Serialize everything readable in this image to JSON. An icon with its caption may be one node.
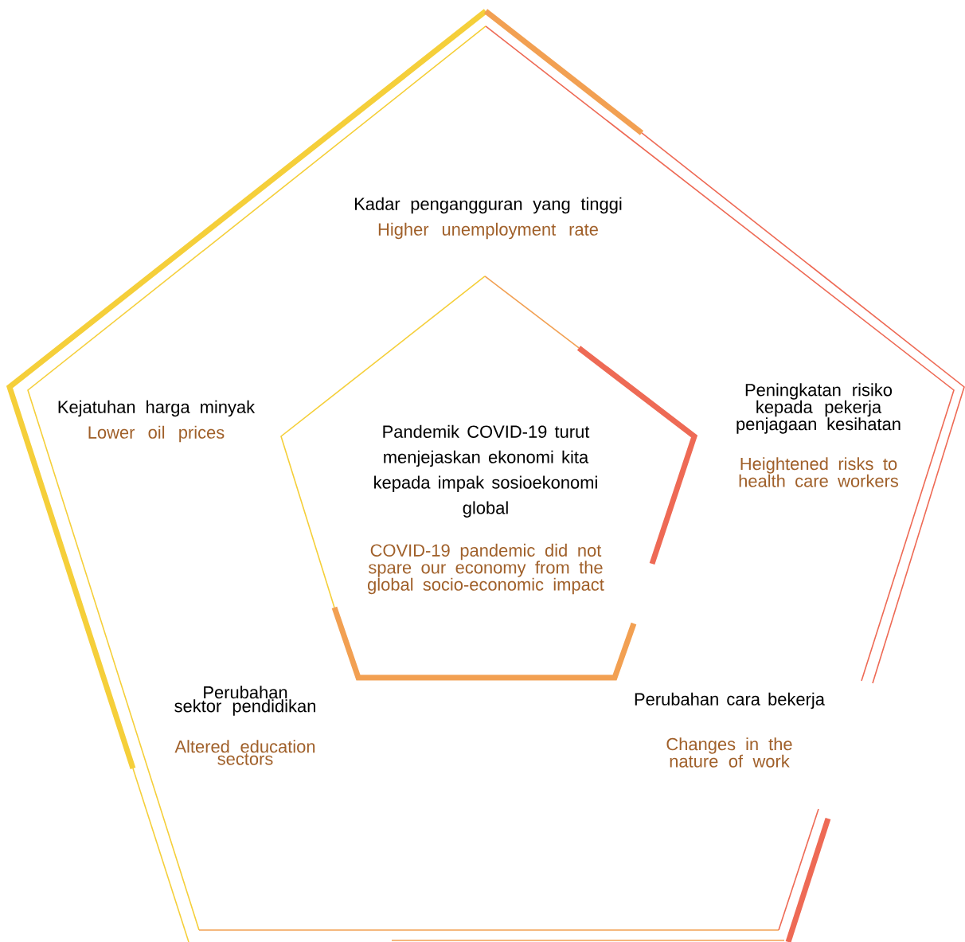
{
  "diagram": {
    "nodes": [
      {
        "text": [],
        "shape": "pentagon"
      },
      {
        "text": [
          "Pandemik COVID-19 turut menjejaskan ekonomi kita kepada impak sosioekonomi global",
          "COVID-19 pandemic did not spare our economy from the global socio-economic impact"
        ],
        "in": 0
      }
    ],
    "edges": [],
    "labels": [
      "Kadar pengangguran yang tinggi",
      "Higher unemployment rate",
      "Kejatuhan harga minyak",
      "Lower oil prices",
      "Peningkatan risiko kepada pekerja penjagaan kesihatan",
      "Heightened risks to health care workers",
      "Perubahan sektor pendidikan",
      "Altered education sectors",
      "Perubahan cara bekerja",
      "Changes in the nature of work"
    ]
  }
}
